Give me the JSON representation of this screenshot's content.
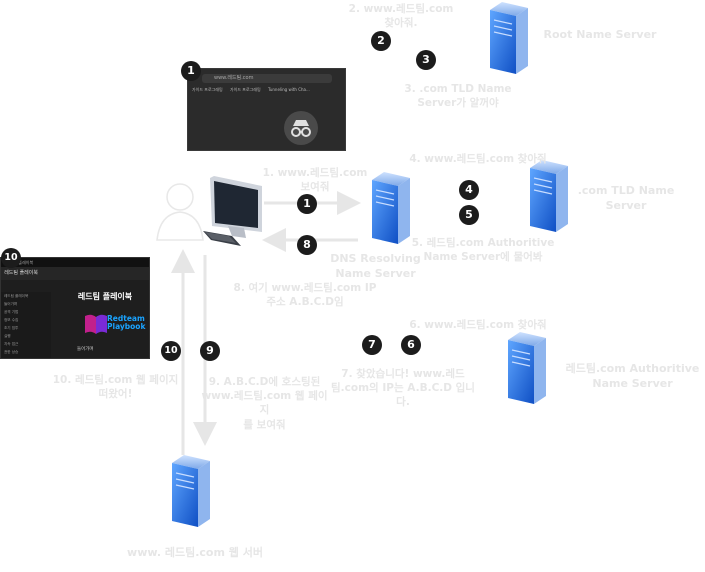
{
  "labels": {
    "step1": "1. www.레드팀.com\n보여줘",
    "step2": "2. www.레드팀.com\n찾아줘.",
    "step3": "3. .com TLD Name\nServer가 알꺼야",
    "step4": "4. www.레드팀.com 찾아줘",
    "step5": "5. 레드팀.com Authoritive\nName Server에 물어봐",
    "step6": "6. www.레드팀.com 찾아줘",
    "step7": "7. 찾았습니다! www.레드\n팀.com의 IP는 A.B.C.D 입니\n다.",
    "step8": "8. 여기 www.레드팀.com IP\n주소 A.B.C.D임",
    "step9": "9. A.B.C.D에 호스팅된\nwww.레드팀.com 웹 페이지\n를 보여줘",
    "step10": "10. 레드팀.com 웹 페이지\n떠왔어!",
    "root_server": "Root Name Server",
    "tld_server": ".com TLD Name\nServer",
    "dns_resolver": "DNS Resolving\nName Server",
    "auth_server": "레드팀.com Authoritive\nName Server",
    "web_server": "www. 레드팀.com 웹 서버"
  },
  "badges": [
    "1",
    "2",
    "3",
    "4",
    "5",
    "6",
    "7",
    "8",
    "9",
    "10"
  ],
  "browser1": {
    "address": "www.레드팀.com",
    "bookmarks": [
      "가이드 프로그래밍",
      "가이드 프로그래밍",
      "Tunneling with Cha..."
    ]
  },
  "browser10": {
    "tab": "레드팀 플레이북",
    "site_title": "레드팀 플레이북",
    "brand_line1": "Redteam",
    "brand_line2": "Playbook",
    "page_heading": "들어가며",
    "sidebar": [
      "레드팀 플레이북",
      "들어가며",
      "공격 기법",
      "정보 수집",
      "초기 침투",
      "실행",
      "지속 접근",
      "권한 상승",
      "방어 회피"
    ]
  },
  "colors": {
    "badge": "#1c1c1c",
    "arrow": "#e6e6e6",
    "label": "#e6e6e6",
    "server_blue": "#1f6fe0",
    "brand": "#1aa3ff"
  }
}
